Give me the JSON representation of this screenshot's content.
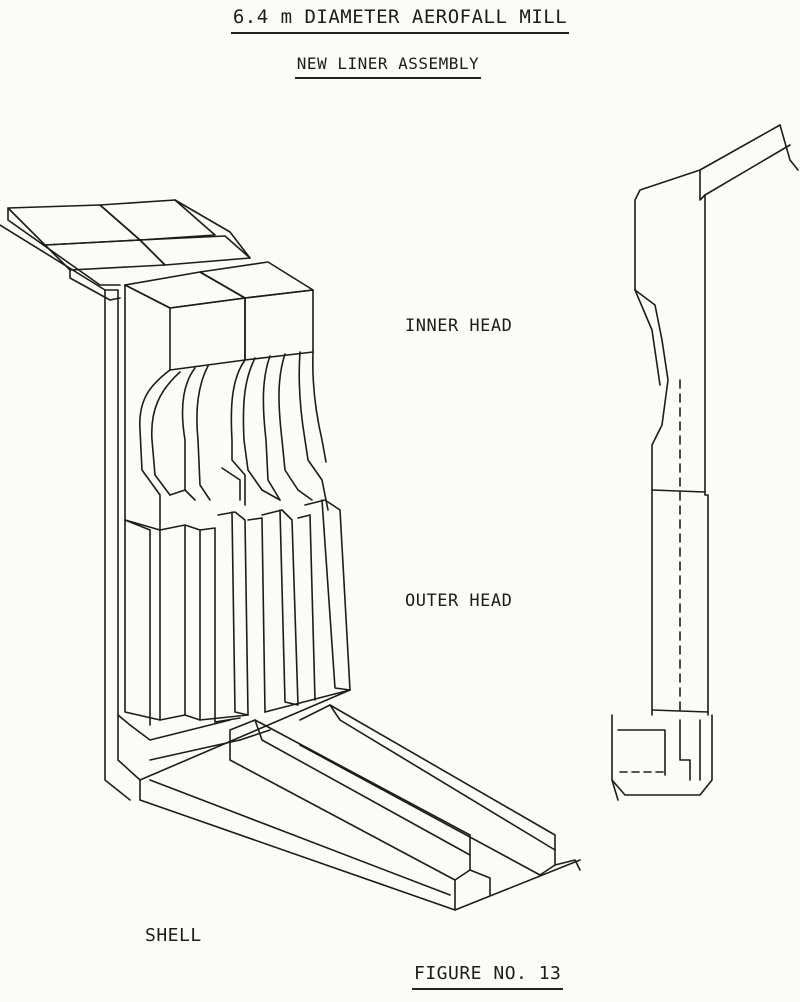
{
  "diagram": {
    "title": "6.4 m DIAMETER AEROFALL MILL",
    "subtitle": "NEW LINER ASSEMBLY",
    "labels": {
      "inner_head": "INNER HEAD",
      "outer_head": "OUTER HEAD",
      "shell": "SHELL"
    },
    "figure_caption": "FIGURE NO. 13"
  },
  "colors": {
    "ink": "#1c1c1c",
    "paper": "#fbfbf8"
  }
}
